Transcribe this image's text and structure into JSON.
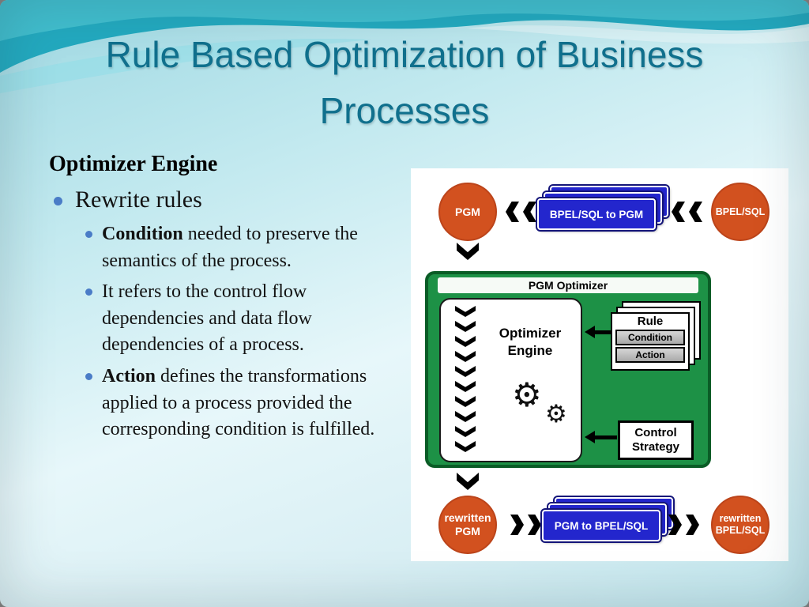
{
  "slide": {
    "title": {
      "line1": "Rule Based Optimization of Business",
      "line2": "Processes"
    },
    "content": {
      "heading": "Optimizer Engine",
      "bullet": "Rewrite rules",
      "sub_bullets": [
        {
          "bold": "Condition",
          "rest": " needed to preserve the semantics of the process."
        },
        {
          "bold": "",
          "rest": "It refers to the control flow dependencies and data flow dependencies of a process."
        },
        {
          "bold": "Action",
          "rest": " defines the transformations applied to a process provided the corresponding condition is fulfilled."
        }
      ]
    }
  },
  "diagram": {
    "top_row": {
      "pgm_circle": "PGM",
      "transform_box": "BPEL/SQL to PGM",
      "bpel_circle": "BPEL/SQL"
    },
    "optimizer_box": {
      "title": "PGM Optimizer",
      "engine": {
        "line1": "Optimizer",
        "line2": "Engine"
      },
      "rule": {
        "title": "Rule",
        "condition": "Condition",
        "action": "Action"
      },
      "control": {
        "line1": "Control",
        "line2": "Strategy"
      }
    },
    "bottom_row": {
      "rewritten_pgm": {
        "line1": "rewritten",
        "line2": "PGM"
      },
      "transform_box": "PGM to BPEL/SQL",
      "rewritten_bpel": {
        "line1": "rewritten",
        "line2": "BPEL/SQL"
      }
    }
  },
  "icons": {
    "gear": "⚙"
  },
  "colors": {
    "title_teal": "#10708d",
    "node_orange": "#d2511f",
    "box_blue": "#2326cd",
    "optimizer_green": "#1d9146",
    "bullet_blue": "#4a7cc7"
  }
}
